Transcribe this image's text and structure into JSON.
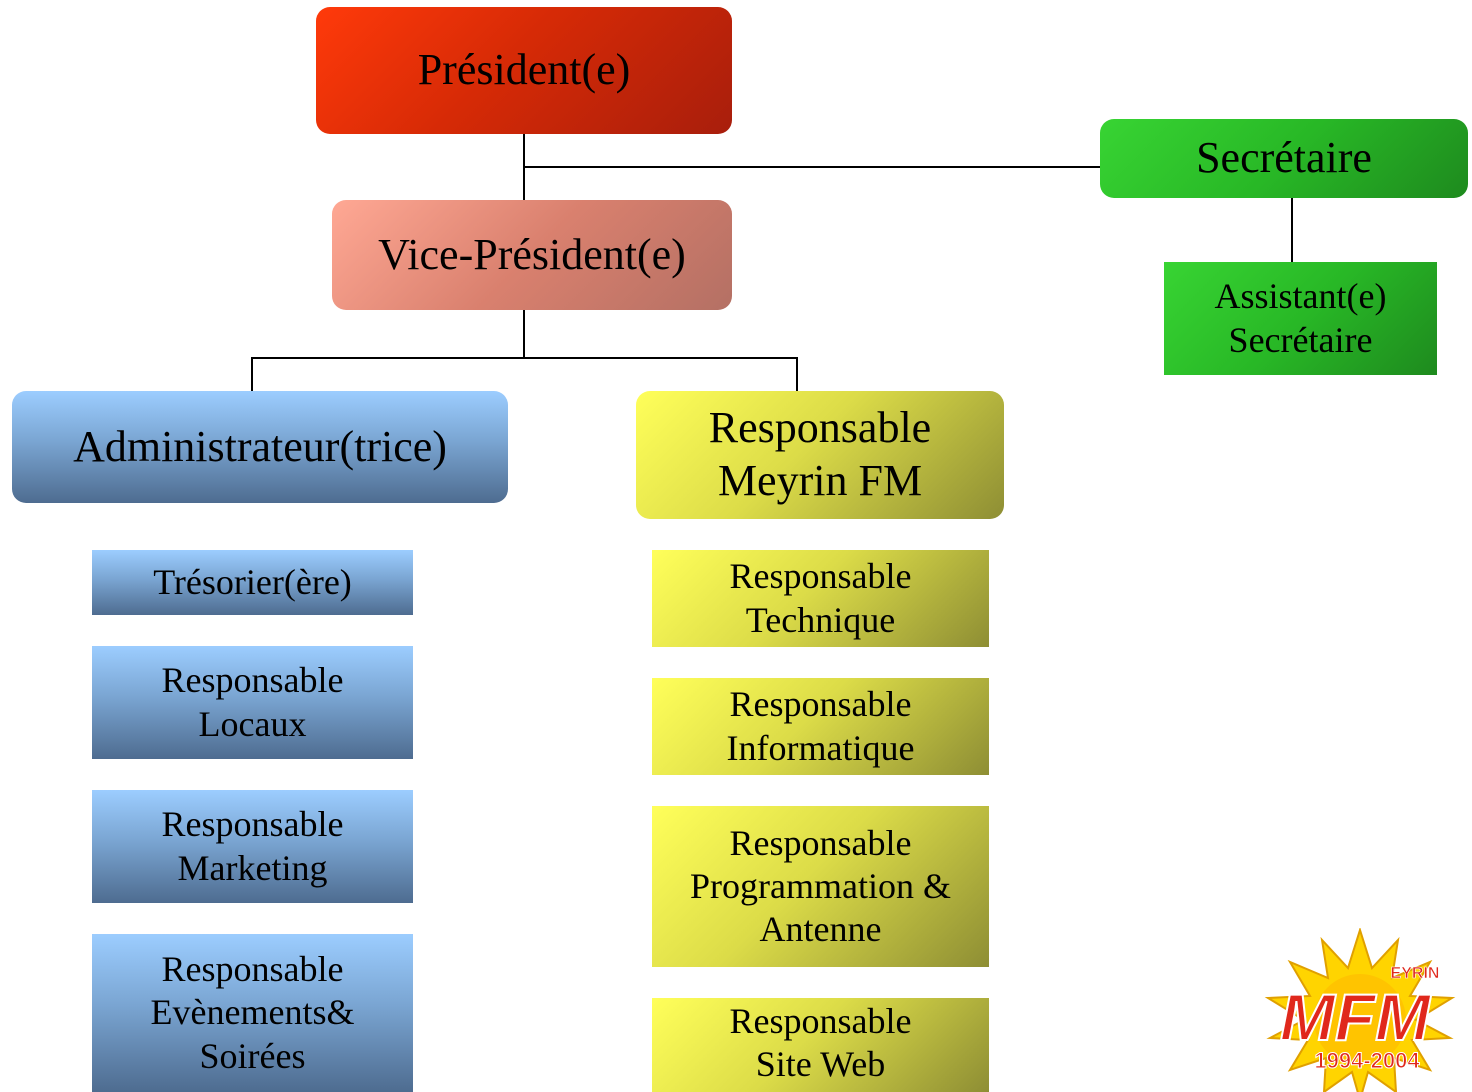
{
  "president": "Président(e)",
  "vice_president": "Vice-Président(e)",
  "secretaire": "Secrétaire",
  "assistant": [
    "Assistant(e)",
    "Secrétaire"
  ],
  "administrateur": "Administrateur(trice)",
  "responsable_meyrin": [
    "Responsable",
    "Meyrin FM"
  ],
  "admin_roles": [
    [
      "Trésorier(ère)"
    ],
    [
      "Responsable",
      "Locaux"
    ],
    [
      "Responsable",
      "Marketing"
    ],
    [
      "Responsable",
      "Evènements&",
      "Soirées"
    ]
  ],
  "meyrin_roles": [
    [
      "Responsable",
      "Technique"
    ],
    [
      "Responsable",
      "Informatique"
    ],
    [
      "Responsable",
      "Programmation &",
      "Antenne"
    ],
    [
      "Responsable",
      "Site Web"
    ]
  ],
  "logo": {
    "text": "MFM",
    "subtext": "EYRIN",
    "years": "1994-2004",
    "colors": {
      "sun": "#ffd400",
      "letters": "#e0281c",
      "outline": "#ffffff"
    }
  },
  "colors": {
    "president": "#d62a06",
    "vice_president": "#d9806e",
    "secretaire": "#28b826",
    "administrateur": "#7aa5d2",
    "meyrin": "#dcdc48"
  }
}
